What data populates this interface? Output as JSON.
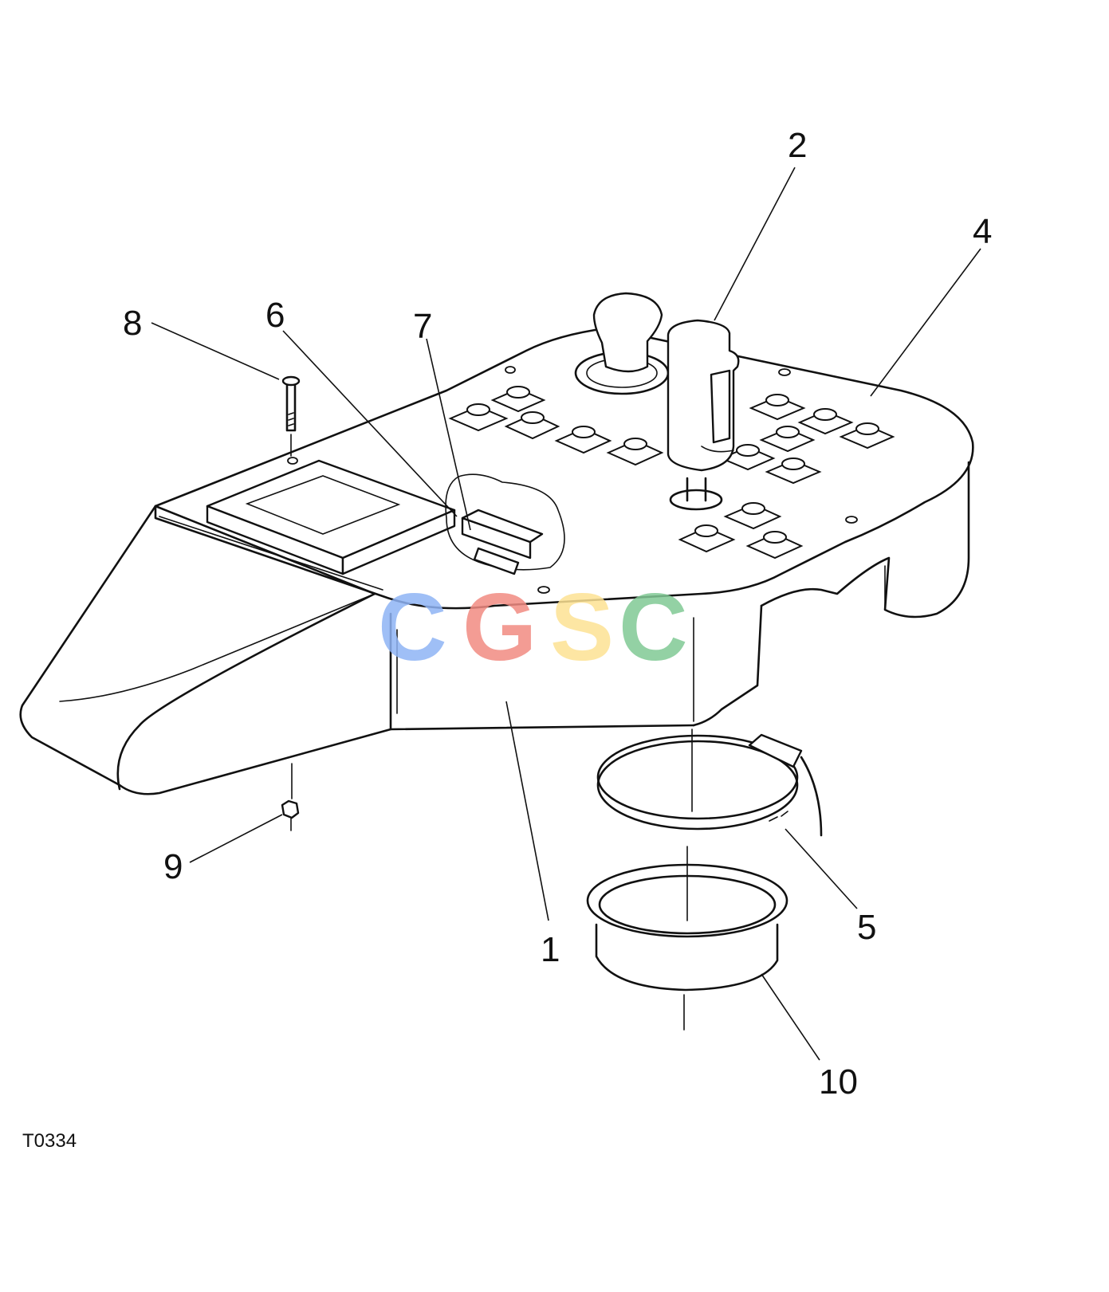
{
  "figure_id": "T0334",
  "callouts": [
    {
      "id": "1",
      "label": "1"
    },
    {
      "id": "2",
      "label": "2"
    },
    {
      "id": "4",
      "label": "4"
    },
    {
      "id": "5",
      "label": "5"
    },
    {
      "id": "6",
      "label": "6"
    },
    {
      "id": "7",
      "label": "7"
    },
    {
      "id": "8",
      "label": "8"
    },
    {
      "id": "9",
      "label": "9"
    },
    {
      "id": "10",
      "label": "10"
    }
  ],
  "watermark": {
    "letters": [
      "C",
      "G",
      "S",
      "C"
    ],
    "colors": [
      "#8fb4f5",
      "#f28b82",
      "#fde293",
      "#81c995"
    ]
  }
}
